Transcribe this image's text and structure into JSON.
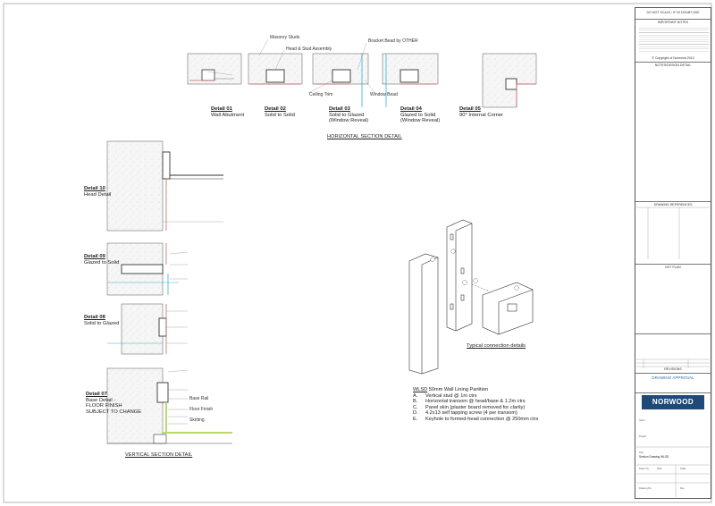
{
  "horizontal_details": [
    {
      "num": "Detail 01",
      "name": "Wall Abutment",
      "name2": ""
    },
    {
      "num": "Detail 02",
      "name": "Solid to Solid",
      "name2": ""
    },
    {
      "num": "Detail 03",
      "name": "Solid to Glazed",
      "name2": "(Window Reveal)"
    },
    {
      "num": "Detail 04",
      "name": "Glazed to Solid",
      "name2": "(Window Reveal)"
    },
    {
      "num": "Detail 05",
      "name": "90° Internal Corner",
      "name2": ""
    }
  ],
  "horizontal_heading": "HORIZONTAL SECTION DETAIL",
  "vertical_heading": "VERTICAL SECTION DETAIL",
  "vertical_details": [
    {
      "num": "Detail 10",
      "name": "Head Detail",
      "extra": ""
    },
    {
      "num": "Detail 09",
      "name": "Glazed to Solid",
      "extra": ""
    },
    {
      "num": "Detail 08",
      "name": "Solid to Glazed",
      "extra": ""
    },
    {
      "num": "Detail 07",
      "name": "Base Detail -",
      "extra": "FLOOR FINISH SUBJECT TO CHANGE"
    }
  ],
  "callouts": {
    "masonry_studs": "Masonry Studs",
    "head_stud": "Head & Stud Assembly",
    "bracket_bead": "Bracket Bead by OTHER",
    "ceiling_trim": "Ceiling Trim",
    "window_bead": "Window Bead",
    "base_rail": "Base Rail",
    "floor_finish": "Floor Finish",
    "skirting": "Skirting"
  },
  "connection_caption": "Typical connection details",
  "notes": {
    "title": "WLSD",
    "title_rest": " 50mm Wall Lining Partition",
    "items": [
      {
        "key": "A.",
        "text": "Vertical stud @ 1m ctrs"
      },
      {
        "key": "B.",
        "text": "Horizontal transom @ head/base & 1.2m ctrs"
      },
      {
        "key": "C.",
        "text": "Panel skin (plaster board removed for clarity)"
      },
      {
        "key": "D.",
        "text": "4.2x13 self tapping screw (4 per transom)"
      },
      {
        "key": "E.",
        "text": "Keyhole to formed-head connection @ 250mm ctrs"
      }
    ]
  },
  "title_block": {
    "do_not_scale": "DO NOT SCALE / IF IN DOUBT ASK",
    "important_notes": "IMPORTANT NOTES",
    "copyright": "© Copyright of Norwood 2013",
    "notes_design": "NOTES/DESIGN DETAIL",
    "drawing_references": "DRAWING REFERENCES",
    "key_plan": "KEY PLAN",
    "revisions": "REVISIONS",
    "approval": "DRAWING APPROVAL",
    "logo": "NORWOOD",
    "client": "Client",
    "project": "Project",
    "title": "Title",
    "drawing_title": "Section Drawing WLSD",
    "drawn_by": "Drawn by",
    "date": "Date",
    "scale": "Scale",
    "drawing_no": "Drawing No",
    "rev": "Rev"
  },
  "colors": {
    "line": "#333333",
    "concrete_fill": "#f4f4f4",
    "glazing": "#2bb5d4",
    "insulation": "#d4a0a8",
    "floor_finish": "#b8d86b",
    "brand": "#1f4a78"
  }
}
